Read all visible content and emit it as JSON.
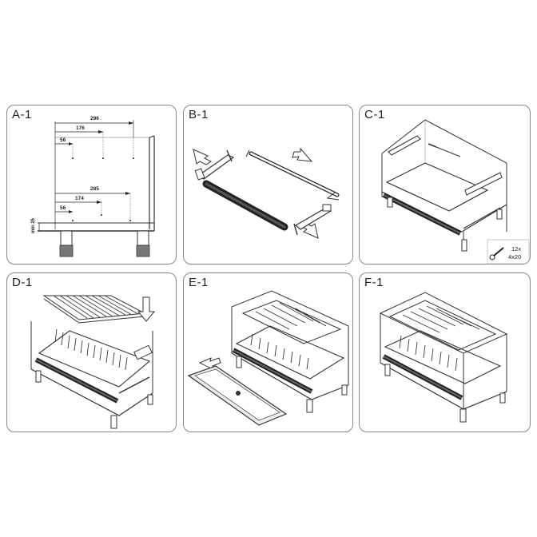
{
  "panels": [
    {
      "id": "A-1",
      "label": "A-1"
    },
    {
      "id": "B-1",
      "label": "B-1"
    },
    {
      "id": "C-1",
      "label": "C-1"
    },
    {
      "id": "D-1",
      "label": "D-1"
    },
    {
      "id": "E-1",
      "label": "E-1"
    },
    {
      "id": "F-1",
      "label": "F-1"
    }
  ],
  "dimensions": {
    "top_long": "296",
    "top_mid": "176",
    "top_short": "56",
    "bottom_long": "285",
    "bottom_mid": "174",
    "bottom_short": "56",
    "min_height": "min 25"
  },
  "screw_note": {
    "qty": "12x",
    "size": "4x20"
  }
}
